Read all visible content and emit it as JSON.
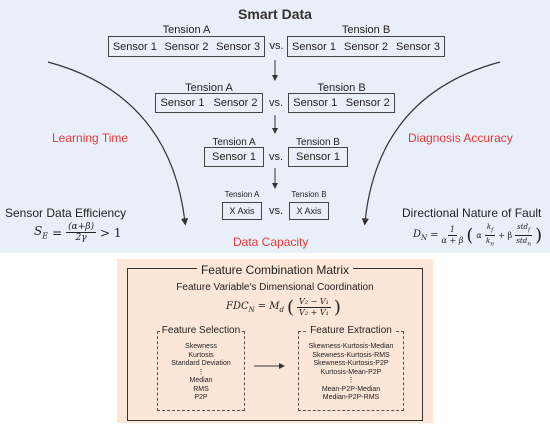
{
  "title": "Smart Data",
  "row1": {
    "left_label": "Tension A",
    "right_label": "Tension B",
    "left_sensors": [
      "Sensor 1",
      "Sensor 2",
      "Sensor 3"
    ],
    "right_sensors": [
      "Sensor 1",
      "Sensor 2",
      "Sensor 3"
    ],
    "vs": "vs."
  },
  "row2": {
    "left_label": "Tension A",
    "right_label": "Tension B",
    "left_sensors": [
      "Sensor 1",
      "Sensor 2"
    ],
    "right_sensors": [
      "Sensor 1",
      "Sensor 2"
    ],
    "vs": "vs."
  },
  "row3": {
    "left_label": "Tension A",
    "right_label": "Tension B",
    "left_sensors": [
      "Sensor 1"
    ],
    "right_sensors": [
      "Sensor 1"
    ],
    "vs": "vs."
  },
  "row4": {
    "left_label": "Tension A",
    "right_label": "Tension B",
    "left_sensors": [
      "X Axis"
    ],
    "right_sensors": [
      "X Axis"
    ],
    "vs": "vs."
  },
  "labels": {
    "learning_time": "Learning Time",
    "diagnosis_accuracy": "Diagnosis Accuracy",
    "data_capacity": "Data Capacity",
    "sensor_data_efficiency": "Sensor Data Efficiency",
    "directional_nature": "Directional Nature of Fault"
  },
  "formulas": {
    "se_lhs": "S",
    "se_sub": "E",
    "se_num": "(α+β)",
    "se_den": "2γ",
    "se_rhs": "> 1",
    "dn_lhs": "D",
    "dn_sub": "N",
    "dn_num": "1",
    "dn_den": "α + β",
    "dn_body": "α k",
    "fdc_lhs": "FDC",
    "fdc_sub": "N",
    "fdc_mid": "= M",
    "fdc_mid_sub": "d",
    "fdc_num": "V₂ − V₁",
    "fdc_den": "V₂ + V₁"
  },
  "matrix": {
    "title": "Feature Combination Matrix",
    "subtitle": "Feature Variable's Dimensional Coordination",
    "selection_title": "Feature Selection",
    "selection_items": [
      "Skewness",
      "Kurtosis",
      "Standard Deviation",
      "⋮",
      "Median",
      "RMS",
      "P2P"
    ],
    "extraction_title": "Feature Extraction",
    "extraction_items": [
      "Skewness-Kurtosis-Median",
      "Skewness-Kurtosis-RMS",
      "Skewness-Kurtosis-P2P",
      "Kurtosis-Mean-P2P",
      "⋮",
      "Mean-P2P-Median",
      "Median-P2P-RMS"
    ]
  }
}
